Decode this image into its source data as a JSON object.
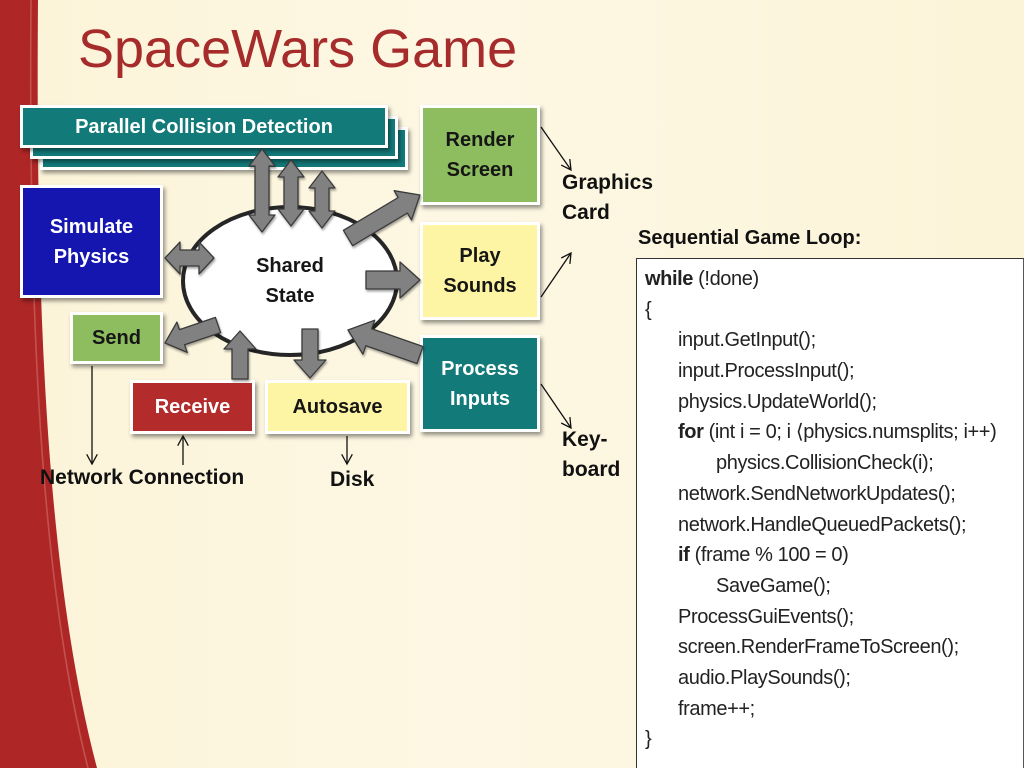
{
  "slide": {
    "title": "SpaceWars Game"
  },
  "diagram": {
    "parallel_collision_detection": "Parallel Collision Detection",
    "render_screen": "Render Screen",
    "simulate_physics": "Simulate Physics",
    "shared_state": "Shared State",
    "play_sounds": "Play Sounds",
    "process_inputs": "Process Inputs",
    "send": "Send",
    "receive": "Receive",
    "autosave": "Autosave",
    "graphics_card": "Graphics Card",
    "keyboard": "Key-board",
    "network_connection": "Network Connection",
    "disk": "Disk"
  },
  "code": {
    "heading": "Sequential Game Loop:",
    "lines": [
      {
        "kw": "while",
        "text": " (!done)"
      },
      {
        "text": "{"
      },
      {
        "text": "input.GetInput();"
      },
      {
        "text": "input.ProcessInput();"
      },
      {
        "text": "physics.UpdateWorld();"
      },
      {
        "kw": "for",
        "text": " (int i = 0; i ⟨physics.numsplits; i++)"
      },
      {
        "text": "physics.CollisionCheck(i);"
      },
      {
        "text": "network.SendNetworkUpdates();"
      },
      {
        "text": "network.HandleQueuedPackets();"
      },
      {
        "kw": "if",
        "text": " (frame % 100 = 0)"
      },
      {
        "text": "SaveGame();"
      },
      {
        "text": "ProcessGuiEvents();"
      },
      {
        "text": "screen.RenderFrameToScreen();"
      },
      {
        "text": "audio.PlaySounds();"
      },
      {
        "text": "frame++;"
      },
      {
        "text": "}"
      }
    ]
  },
  "colors": {
    "title": "#A62B2B",
    "background": "#FCF4D8",
    "band": "#AE2726",
    "teal": "#137A7A",
    "green": "#8DBD5E",
    "blue": "#1515B0",
    "yellow": "#FDF5A4",
    "red": "#B32B2B",
    "arrow_gray": "#818181"
  }
}
